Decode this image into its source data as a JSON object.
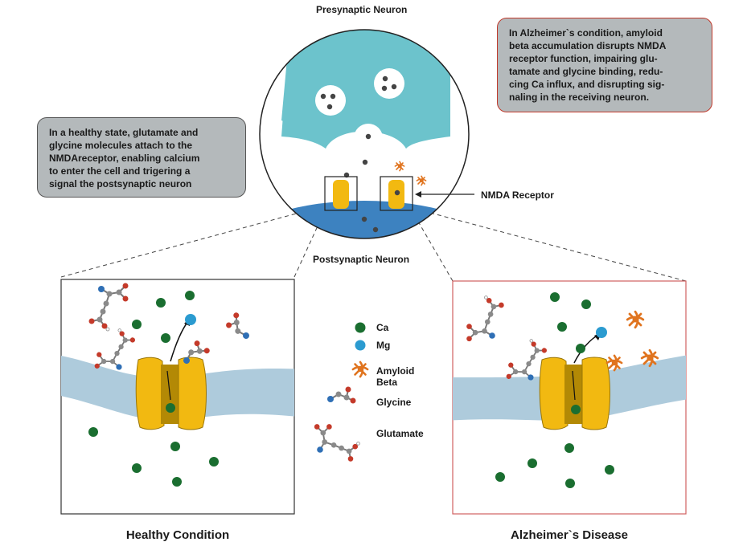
{
  "labels": {
    "presynaptic": "Presynaptic Neuron",
    "postsynaptic": "Postsynaptic Neuron",
    "nmda_receptor": "NMDA Receptor"
  },
  "notes": {
    "healthy": "In a healthy state, glutamate and\nglycine molecules attach to the\nNMDAreceptor, enabling calcium\nto enter the cell and trigering a\nsignal the postsynaptic neuron",
    "alzheimers": "In Alzheimer`s condition, amyloid\nbeta accumulation disrupts NMDA\nreceptor function, impairing glu-\ntamate and glycine binding, redu-\ncing Ca influx, and disrupting sig-\nnaling in the receiving neuron."
  },
  "legend": {
    "ca": "Ca",
    "mg": "Mg",
    "amyloid": "Amyloid\nBeta",
    "glycine": "Glycine",
    "glutamate": "Glutamate"
  },
  "panels": {
    "healthy_title": "Healthy Condition",
    "alzheimers_title": "Alzheimer`s Disease"
  },
  "colors": {
    "presynaptic": "#6cc3cc",
    "postsynaptic": "#3d82c0",
    "receptor": "#f2b911",
    "receptor_dark": "#b38905",
    "ca": "#1a6e30",
    "mg": "#2b9bd0",
    "amyloid": "#e0741f",
    "membrane": "#aecbdc",
    "alz_border": "#d06060",
    "note_bg": "#b4b9bb"
  }
}
